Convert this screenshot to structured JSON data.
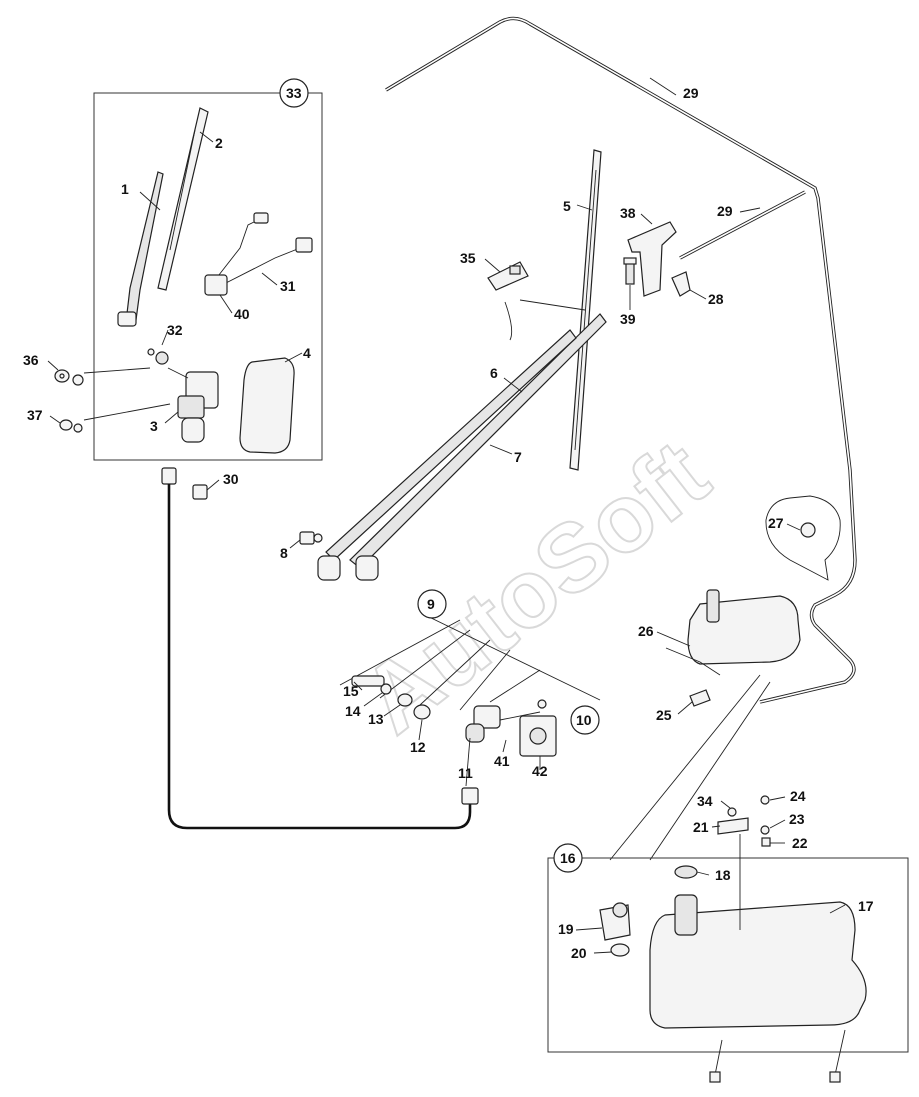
{
  "watermark": "AutoSoft",
  "callouts": [
    {
      "id": "c1",
      "text": "1"
    },
    {
      "id": "c2",
      "text": "2"
    },
    {
      "id": "c3",
      "text": "3"
    },
    {
      "id": "c4",
      "text": "4"
    },
    {
      "id": "c5",
      "text": "5"
    },
    {
      "id": "c6",
      "text": "6"
    },
    {
      "id": "c7",
      "text": "7"
    },
    {
      "id": "c8",
      "text": "8"
    },
    {
      "id": "c11",
      "text": "11"
    },
    {
      "id": "c12",
      "text": "12"
    },
    {
      "id": "c13",
      "text": "13"
    },
    {
      "id": "c14",
      "text": "14"
    },
    {
      "id": "c15",
      "text": "15"
    },
    {
      "id": "c17",
      "text": "17"
    },
    {
      "id": "c18",
      "text": "18"
    },
    {
      "id": "c19",
      "text": "19"
    },
    {
      "id": "c20",
      "text": "20"
    },
    {
      "id": "c21",
      "text": "21"
    },
    {
      "id": "c22",
      "text": "22"
    },
    {
      "id": "c23",
      "text": "23"
    },
    {
      "id": "c24",
      "text": "24"
    },
    {
      "id": "c25",
      "text": "25"
    },
    {
      "id": "c26",
      "text": "26"
    },
    {
      "id": "c27",
      "text": "27"
    },
    {
      "id": "c28",
      "text": "28"
    },
    {
      "id": "c29a",
      "text": "29"
    },
    {
      "id": "c29b",
      "text": "29"
    },
    {
      "id": "c30",
      "text": "30"
    },
    {
      "id": "c31",
      "text": "31"
    },
    {
      "id": "c32",
      "text": "32"
    },
    {
      "id": "c34",
      "text": "34"
    },
    {
      "id": "c35",
      "text": "35"
    },
    {
      "id": "c36",
      "text": "36"
    },
    {
      "id": "c37",
      "text": "37"
    },
    {
      "id": "c38",
      "text": "38"
    },
    {
      "id": "c39",
      "text": "39"
    },
    {
      "id": "c40",
      "text": "40"
    },
    {
      "id": "c41",
      "text": "41"
    },
    {
      "id": "c42",
      "text": "42"
    }
  ],
  "circled_callouts": [
    {
      "id": "k9",
      "text": "9"
    },
    {
      "id": "k10",
      "text": "10"
    },
    {
      "id": "k16",
      "text": "16"
    },
    {
      "id": "k33",
      "text": "33"
    }
  ]
}
